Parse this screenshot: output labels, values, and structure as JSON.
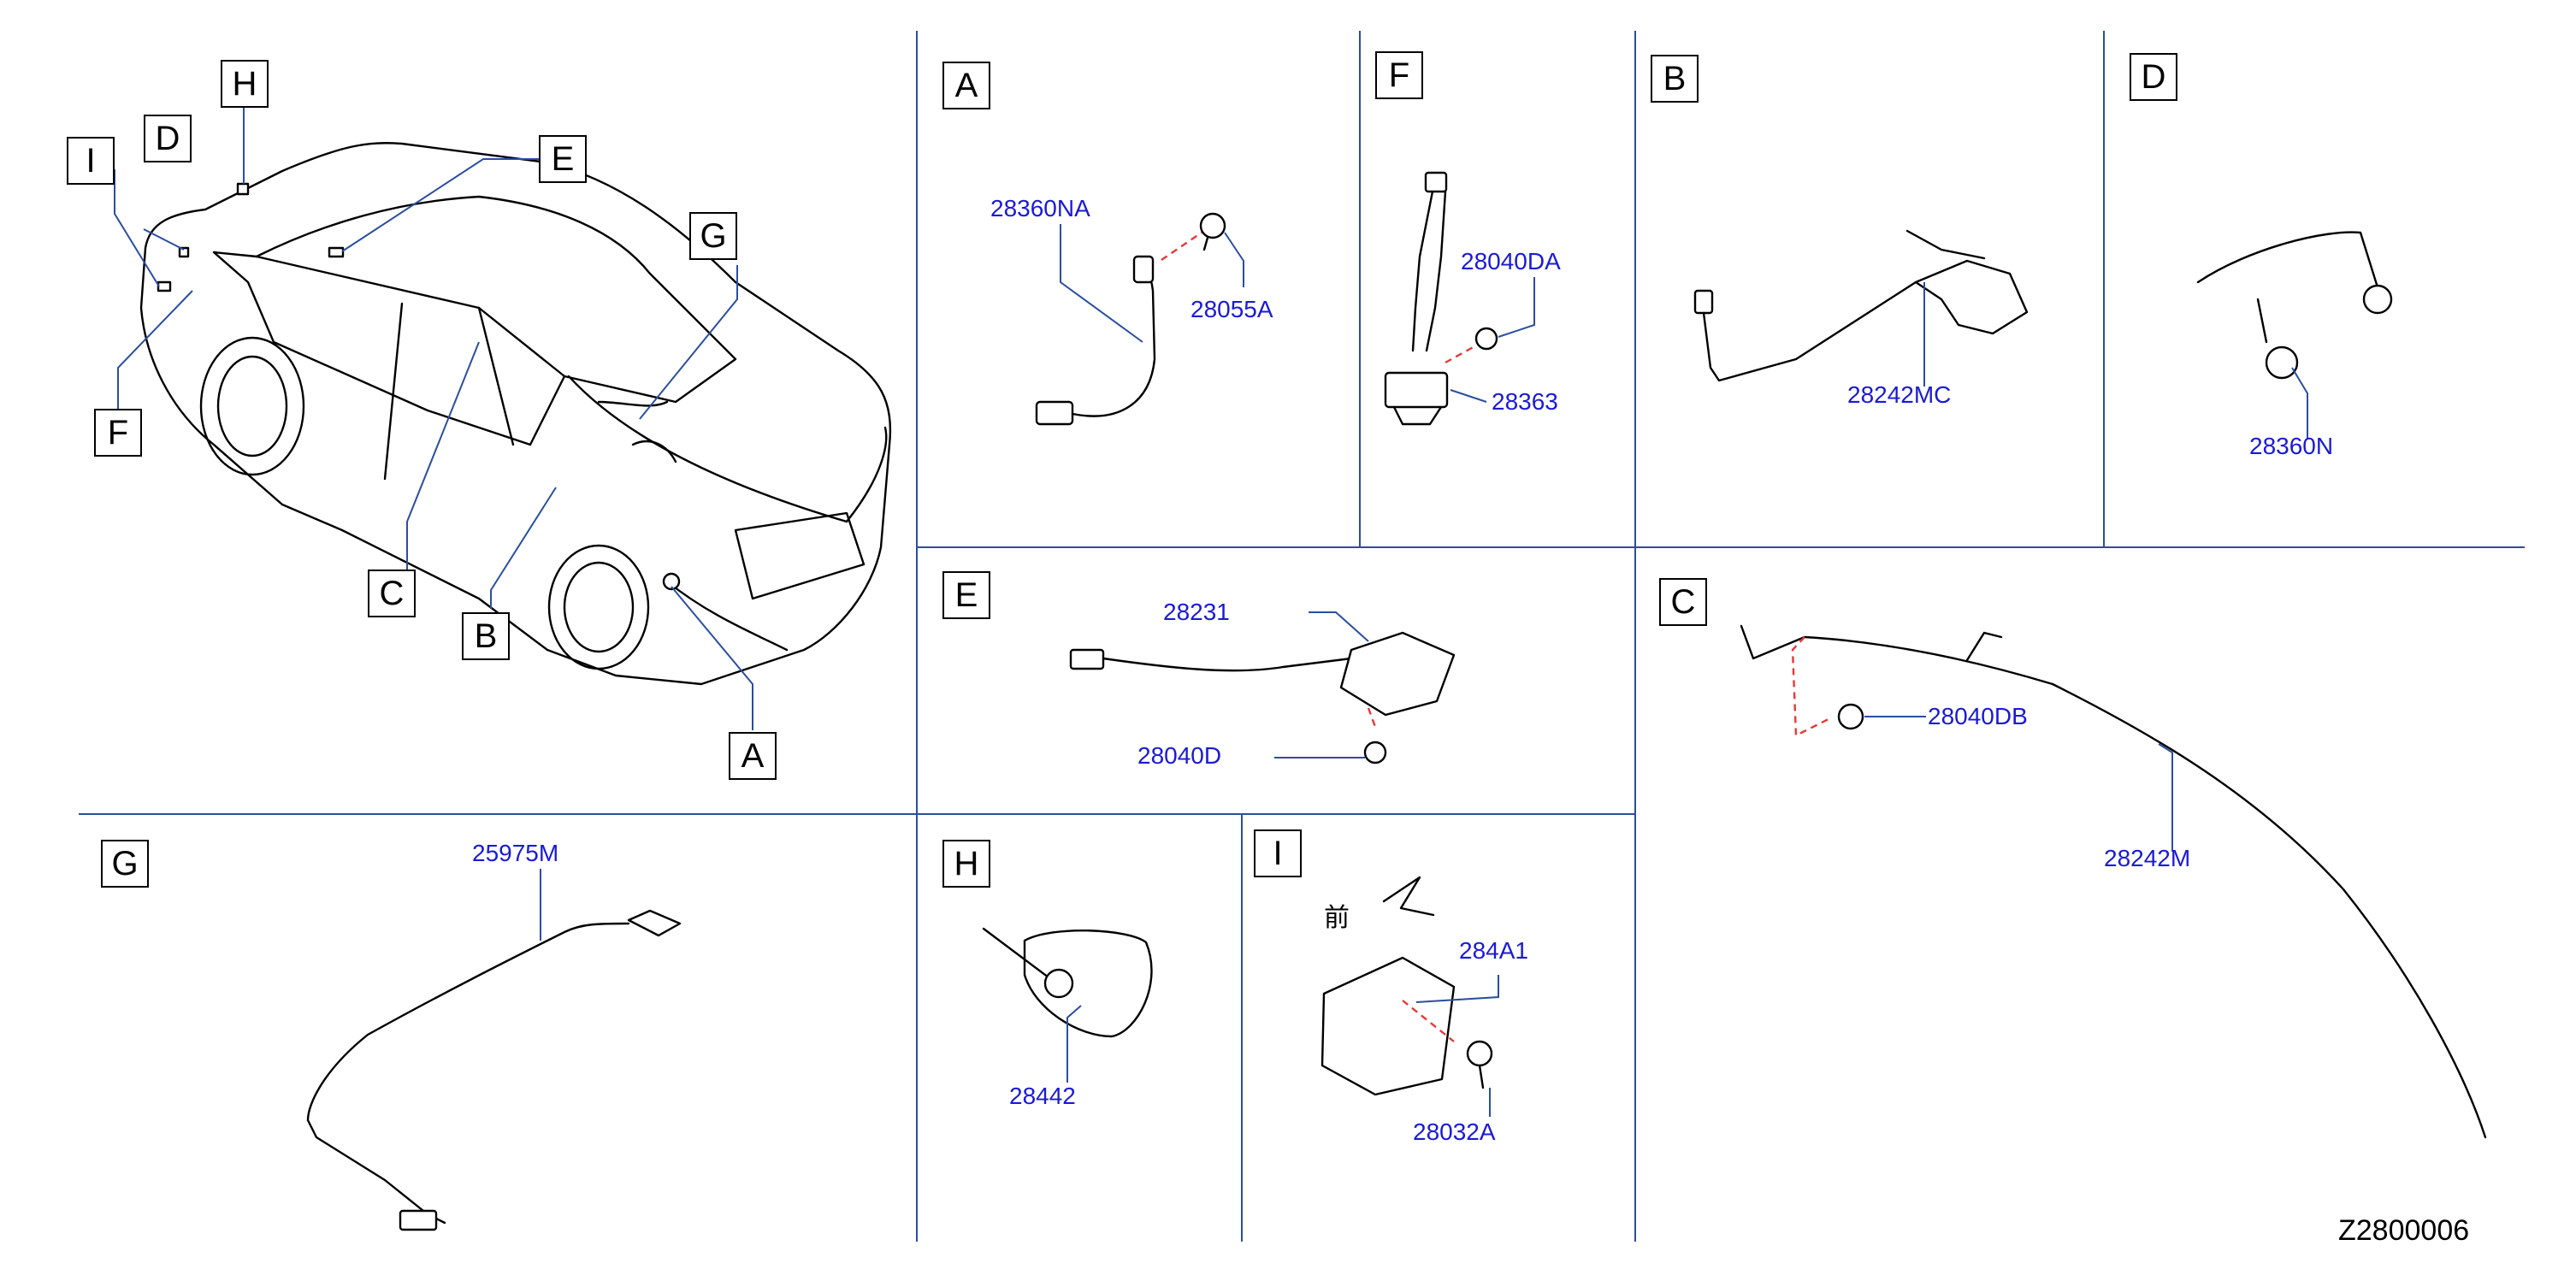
{
  "diagram": {
    "code": "Z2800006",
    "front_marker": "前",
    "vehicle_callouts": [
      "A",
      "B",
      "C",
      "D",
      "E",
      "F",
      "G",
      "H",
      "I"
    ],
    "panels": [
      {
        "letter": "A",
        "parts": [
          "28360NA",
          "28055A"
        ]
      },
      {
        "letter": "F",
        "parts": [
          "28040DA",
          "28363"
        ]
      },
      {
        "letter": "B",
        "parts": [
          "28242MC"
        ]
      },
      {
        "letter": "D",
        "parts": [
          "28360N"
        ]
      },
      {
        "letter": "E",
        "parts": [
          "28231",
          "28040D"
        ]
      },
      {
        "letter": "C",
        "parts": [
          "28040DB",
          "28242M"
        ]
      },
      {
        "letter": "G",
        "parts": [
          "25975M"
        ]
      },
      {
        "letter": "H",
        "parts": [
          "28442"
        ]
      },
      {
        "letter": "I",
        "parts": [
          "284A1",
          "28032A"
        ]
      }
    ]
  },
  "colors": {
    "divider": "#2a4ea0",
    "part_number": "#1a1ad6",
    "assembly_dash": "#e23a3a"
  }
}
